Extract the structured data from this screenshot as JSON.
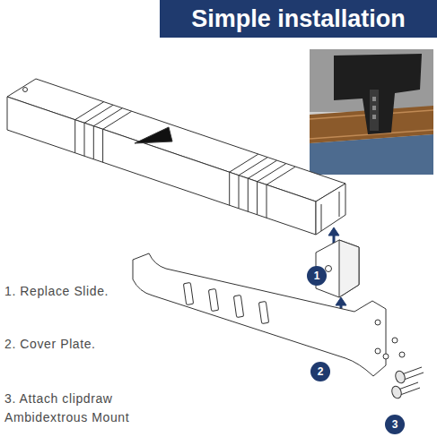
{
  "diagram": {
    "title": "Simple installation",
    "nodes": [
      {
        "text": [
          "1"
        ]
      },
      {
        "text": [
          "2"
        ]
      },
      {
        "text": [
          "3"
        ]
      }
    ],
    "labels": [
      "1. Replace Slide.",
      "2. Cover Plate.",
      "3. Attach clipdraw Ambidextrous Mount"
    ]
  }
}
